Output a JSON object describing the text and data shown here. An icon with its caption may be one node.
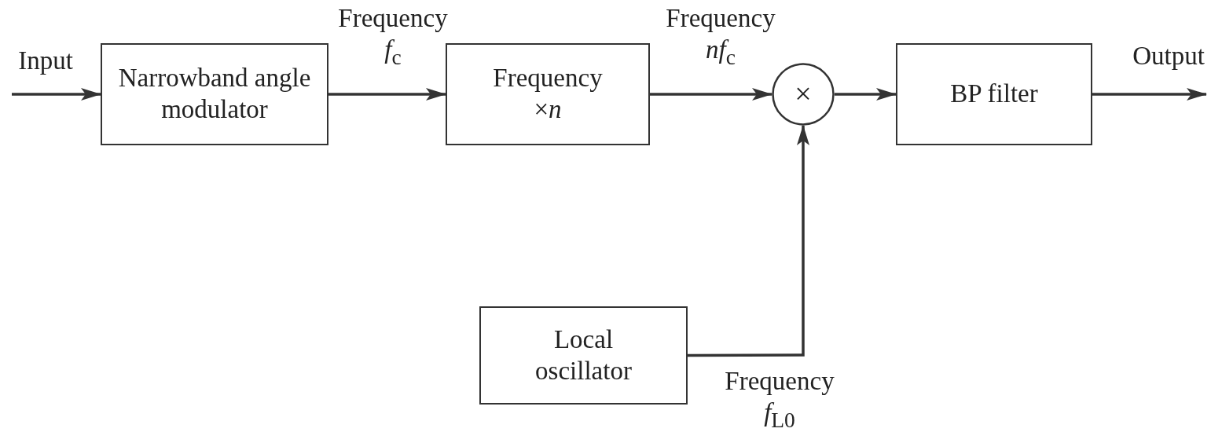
{
  "diagram": {
    "nodes": [
      {
        "text": [
          "Narrowband angle modulator"
        ]
      },
      {
        "text": [
          "Frequency ×*n*"
        ]
      },
      {
        "text": [
          "×"
        ]
      },
      {
        "text": [
          "BP filter"
        ]
      },
      {
        "text": [
          "Local oscillator"
        ]
      }
    ],
    "edges": [
      {
        "from": null,
        "to": 0,
        "arrow": "to",
        "label": "Input"
      },
      {
        "from": 0,
        "to": 1,
        "arrow": "to",
        "label": "Frequency *f*$_{c}$"
      },
      {
        "from": 1,
        "to": 2,
        "arrow": "to",
        "label": "Frequency *nf*$_{c}$"
      },
      {
        "from": 2,
        "to": 3,
        "arrow": "to"
      },
      {
        "from": 4,
        "to": 2,
        "arrow": "to",
        "label": "Frequency *f*$_{L0}$"
      },
      {
        "from": 3,
        "to": null,
        "arrow": "to",
        "label": "Output"
      }
    ]
  }
}
